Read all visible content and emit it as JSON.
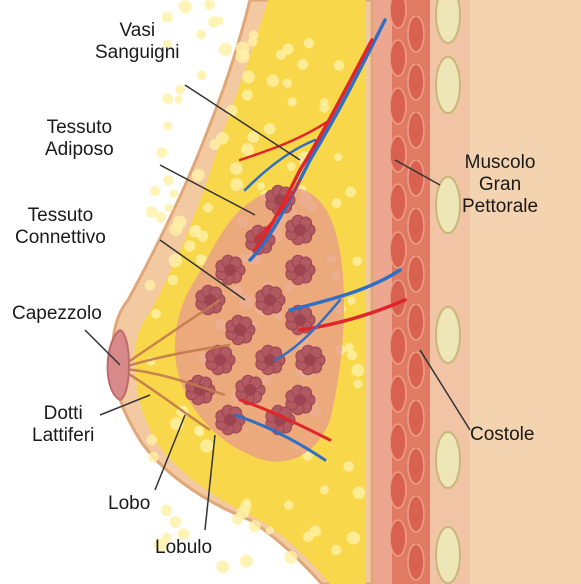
{
  "diagram": {
    "labels": {
      "vasi_sanguigni": [
        "Vasi",
        "Sanguigni"
      ],
      "tessuto_adiposo": [
        "Tessuto",
        "Adiposo"
      ],
      "tessuto_connettivo": [
        "Tessuto",
        "Connettivo"
      ],
      "capezzolo": "Capezzolo",
      "dotti_lattiferi": [
        "Dotti",
        "Lattiferi"
      ],
      "lobo": "Lobo",
      "lobulo": "Lobulo",
      "muscolo_gran_pettorale": [
        "Muscolo",
        "Gran",
        "Pettorale"
      ],
      "costole": "Costole"
    },
    "colors": {
      "skin": "#f2c9a0",
      "skin_outline": "#e0a878",
      "fat": "#f8d84a",
      "fat_globule": "#fff1a6",
      "lobe": "#b25a62",
      "lobule": "#9c4450",
      "artery": "#e0262a",
      "vein": "#2f6fc4",
      "muscle": "#d9614f",
      "muscle_light": "#eaa08a",
      "rib": "#efe6b8",
      "leader": "#333333"
    }
  }
}
